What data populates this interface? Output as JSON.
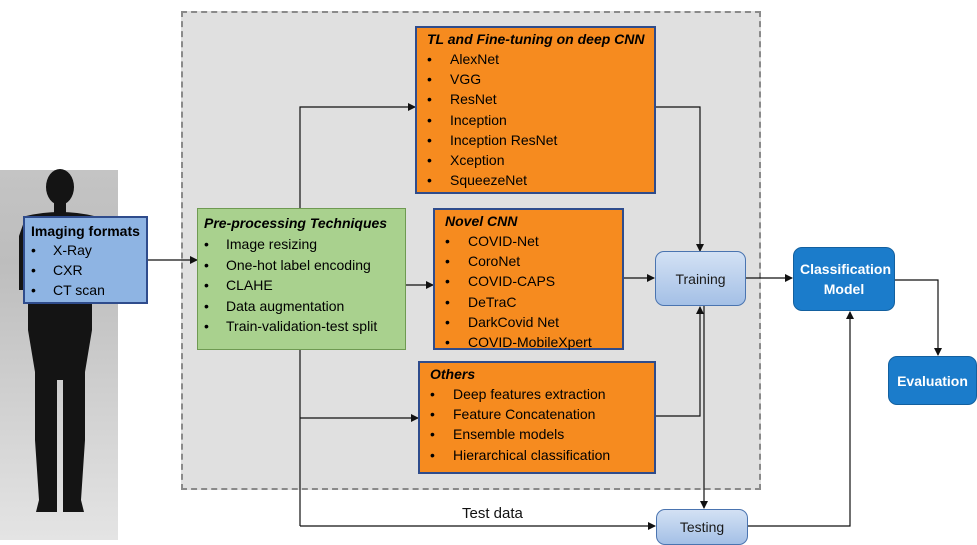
{
  "imaging": {
    "title": "Imaging formats",
    "items": [
      "X-Ray",
      "CXR",
      "CT scan"
    ]
  },
  "preprocessing": {
    "title": "Pre-processing Techniques",
    "items": [
      "Image resizing",
      "One-hot label encoding",
      "CLAHE",
      "Data augmentation",
      "Train-validation-test split"
    ]
  },
  "tl": {
    "title": "TL and Fine-tuning on deep CNN",
    "items": [
      "AlexNet",
      "VGG",
      "ResNet",
      "Inception",
      "Inception ResNet",
      "Xception",
      "SqueezeNet"
    ]
  },
  "novel": {
    "title": "Novel CNN",
    "items": [
      "COVID-Net",
      "CoroNet",
      "COVID-CAPS",
      "DeTraC",
      "DarkCovid Net",
      "COVID-MobileXpert"
    ]
  },
  "others": {
    "title": "Others",
    "items": [
      "Deep features extraction",
      "Feature Concatenation",
      "Ensemble models",
      "Hierarchical classification"
    ]
  },
  "training": "Training",
  "testing": "Testing",
  "classification": "Classification Model",
  "evaluation": "Evaluation",
  "test_data_label": "Test data"
}
